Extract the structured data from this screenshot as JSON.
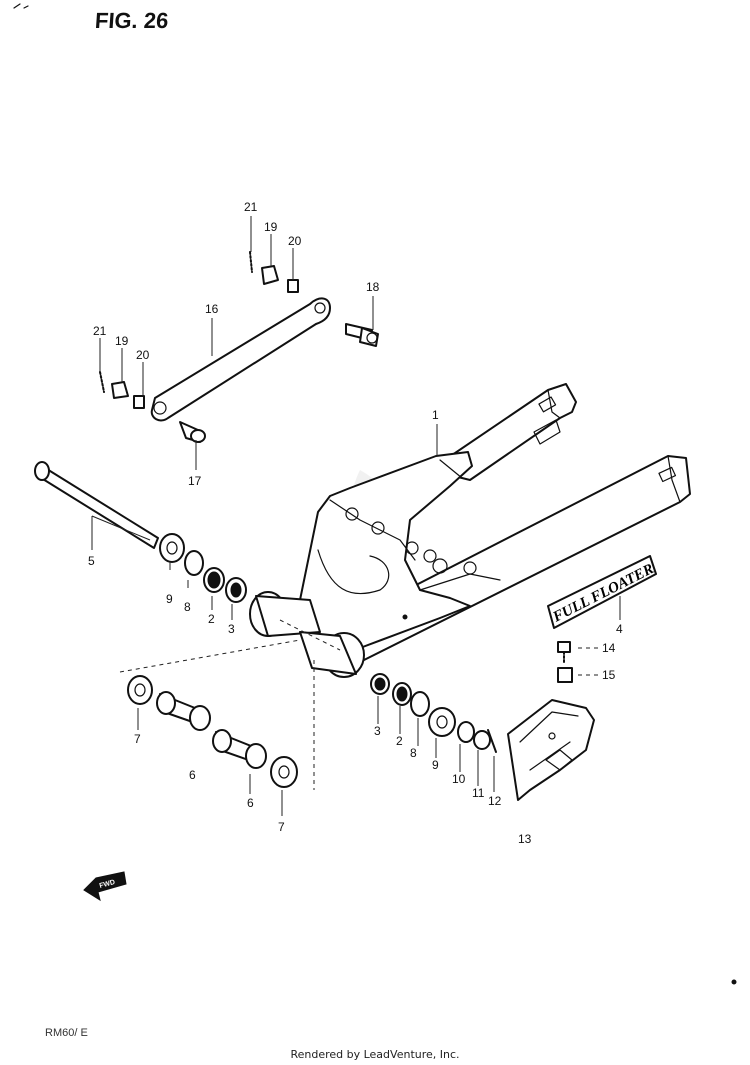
{
  "figure": {
    "title": "FIG. 26",
    "model_code": "RM60/ E",
    "footer": "Rendered by LeadVenture, Inc.",
    "badge_text": "FULL FLOATER",
    "arrow_text": "FWD",
    "watermark": "Leadventure"
  },
  "callouts": [
    {
      "id": "c1",
      "text": "1"
    },
    {
      "id": "c2a",
      "text": "2"
    },
    {
      "id": "c2b",
      "text": "2"
    },
    {
      "id": "c3a",
      "text": "3"
    },
    {
      "id": "c3b",
      "text": "3"
    },
    {
      "id": "c4",
      "text": "4"
    },
    {
      "id": "c5",
      "text": "5"
    },
    {
      "id": "c6a",
      "text": "6"
    },
    {
      "id": "c6b",
      "text": "6"
    },
    {
      "id": "c7a",
      "text": "7"
    },
    {
      "id": "c7b",
      "text": "7"
    },
    {
      "id": "c8a",
      "text": "8"
    },
    {
      "id": "c8b",
      "text": "8"
    },
    {
      "id": "c9a",
      "text": "9"
    },
    {
      "id": "c9b",
      "text": "9"
    },
    {
      "id": "c10",
      "text": "10"
    },
    {
      "id": "c11",
      "text": "11"
    },
    {
      "id": "c12",
      "text": "12"
    },
    {
      "id": "c13",
      "text": "13"
    },
    {
      "id": "c14",
      "text": "14"
    },
    {
      "id": "c15",
      "text": "15"
    },
    {
      "id": "c16",
      "text": "16"
    },
    {
      "id": "c17",
      "text": "17"
    },
    {
      "id": "c18",
      "text": "18"
    },
    {
      "id": "c19a",
      "text": "19"
    },
    {
      "id": "c19b",
      "text": "19"
    },
    {
      "id": "c20a",
      "text": "20"
    },
    {
      "id": "c20b",
      "text": "20"
    },
    {
      "id": "c21a",
      "text": "21"
    },
    {
      "id": "c21b",
      "text": "21"
    }
  ]
}
